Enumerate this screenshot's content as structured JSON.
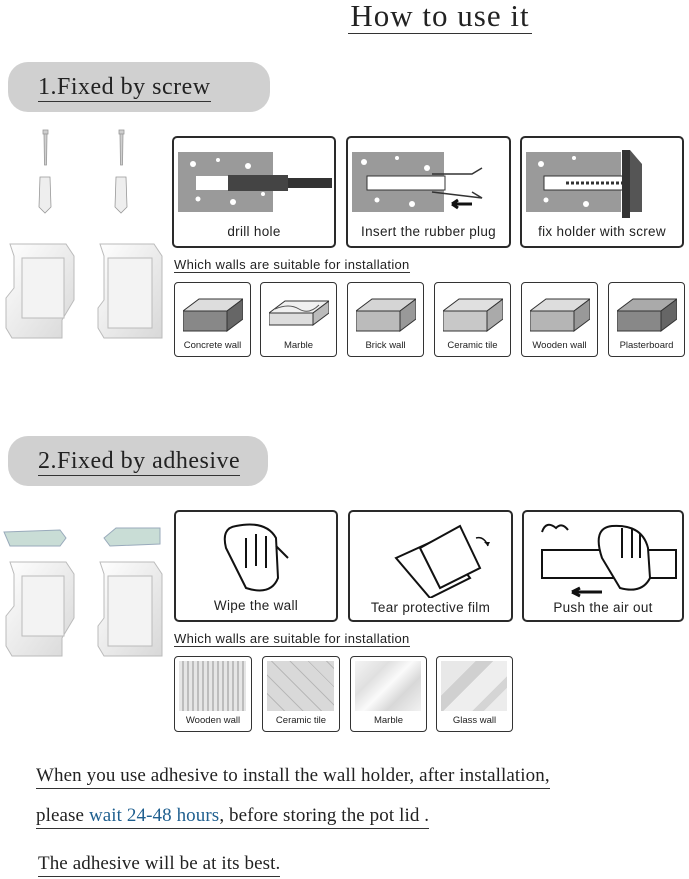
{
  "title": "How to use it",
  "section1": {
    "heading": "1.Fixed by screw",
    "steps": [
      {
        "label": "drill hole",
        "icon": "drill-icon"
      },
      {
        "label": "Insert the rubber plug",
        "icon": "rubber-plug-icon"
      },
      {
        "label": "fix holder with screw",
        "icon": "screw-icon"
      }
    ],
    "walls_title": "Which walls are suitable for installation",
    "walls": [
      {
        "label": "Concrete wall"
      },
      {
        "label": "Marble"
      },
      {
        "label": "Brick wall"
      },
      {
        "label": "Ceramic tile"
      },
      {
        "label": "Wooden wall"
      },
      {
        "label": "Plasterboard"
      }
    ]
  },
  "section2": {
    "heading": "2.Fixed by adhesive",
    "steps": [
      {
        "label": "Wipe the wall",
        "icon": "wipe-hand-icon"
      },
      {
        "label": "Tear protective film",
        "icon": "film-icon"
      },
      {
        "label": "Push the air out",
        "icon": "push-hand-icon"
      }
    ],
    "walls_title": "Which walls are suitable for installation",
    "walls": [
      {
        "label": "Wooden wall"
      },
      {
        "label": "Ceramic tile"
      },
      {
        "label": "Marble"
      },
      {
        "label": "Glass wall"
      }
    ]
  },
  "notes": {
    "line1": "When you use adhesive to install the wall holder, after installation,",
    "line2_prefix": "please ",
    "line2_highlight": "wait 24-48 hours",
    "line2_suffix": ", before storing the pot lid .",
    "line3": "The adhesive will be at its best."
  },
  "colors": {
    "highlight": "#1f5f8f",
    "pill": "#d0d0d0",
    "wall_gray": "#9a9a9a"
  }
}
